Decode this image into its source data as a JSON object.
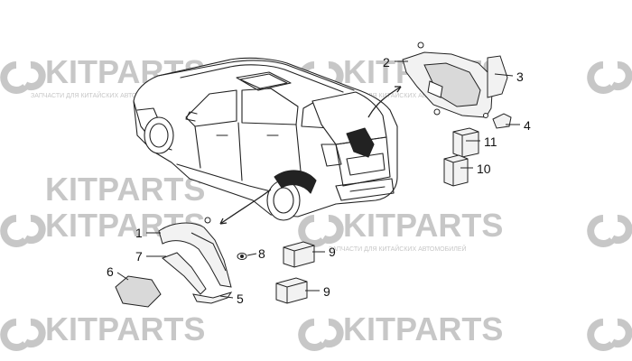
{
  "watermark": {
    "brand": "KITPARTS",
    "tagline": "ЗАПЧАСТИ ДЛЯ КИТАЙСКИХ АВТОМОБИЛЕЙ",
    "color": "#c7c7c7"
  },
  "callouts": [
    {
      "id": "1",
      "label": "1"
    },
    {
      "id": "2",
      "label": "2"
    },
    {
      "id": "3",
      "label": "3"
    },
    {
      "id": "4",
      "label": "4"
    },
    {
      "id": "5",
      "label": "5"
    },
    {
      "id": "6",
      "label": "6"
    },
    {
      "id": "7",
      "label": "7"
    },
    {
      "id": "8",
      "label": "8"
    },
    {
      "id": "9a",
      "label": "9"
    },
    {
      "id": "9b",
      "label": "9"
    },
    {
      "id": "10",
      "label": "10"
    },
    {
      "id": "11",
      "label": "11"
    }
  ],
  "colors": {
    "line": "#222222",
    "part_fill": "#f2f2f2",
    "part_shade": "#d9d9d9"
  }
}
